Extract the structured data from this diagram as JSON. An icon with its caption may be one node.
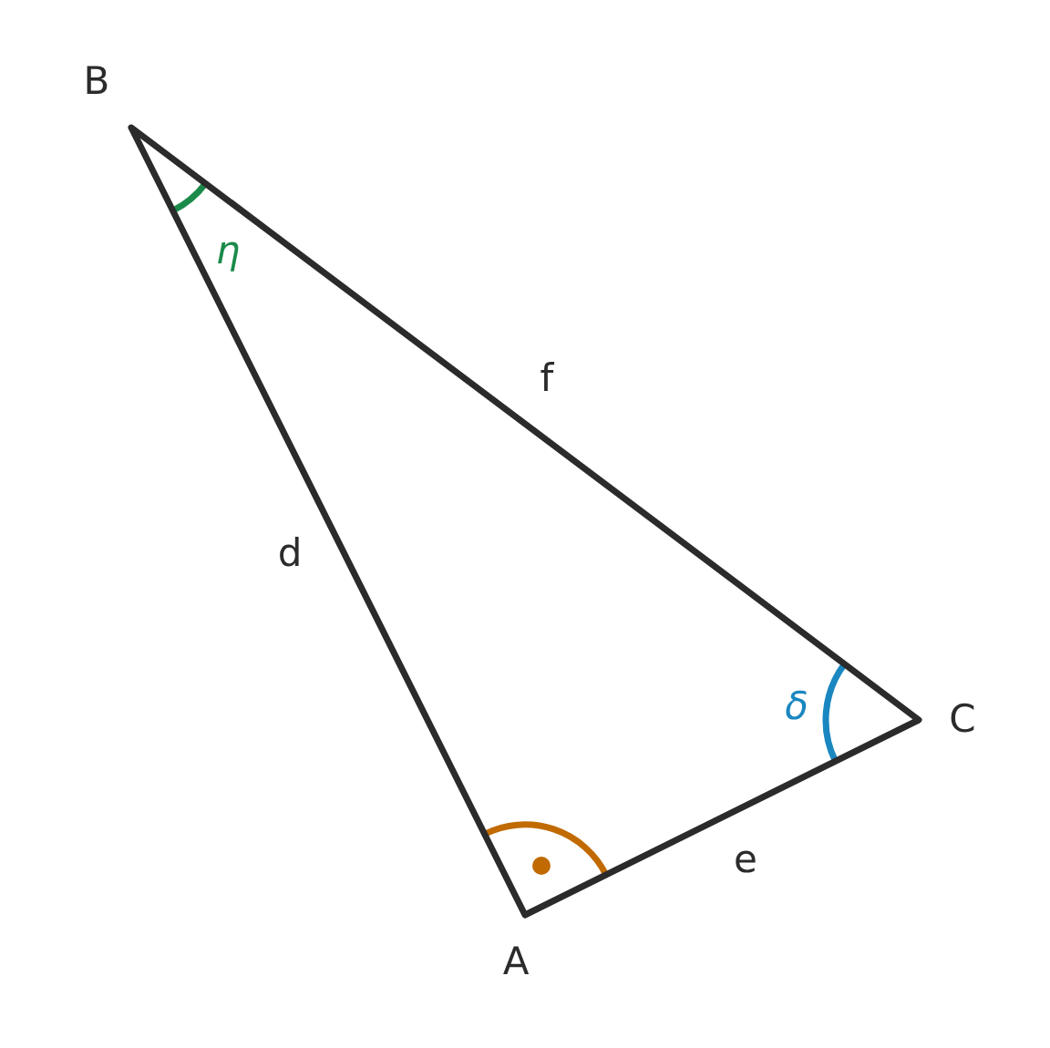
{
  "diagram": {
    "labels": [
      "B",
      "η",
      "f",
      "d",
      "δ",
      "C",
      "e",
      "A"
    ]
  }
}
